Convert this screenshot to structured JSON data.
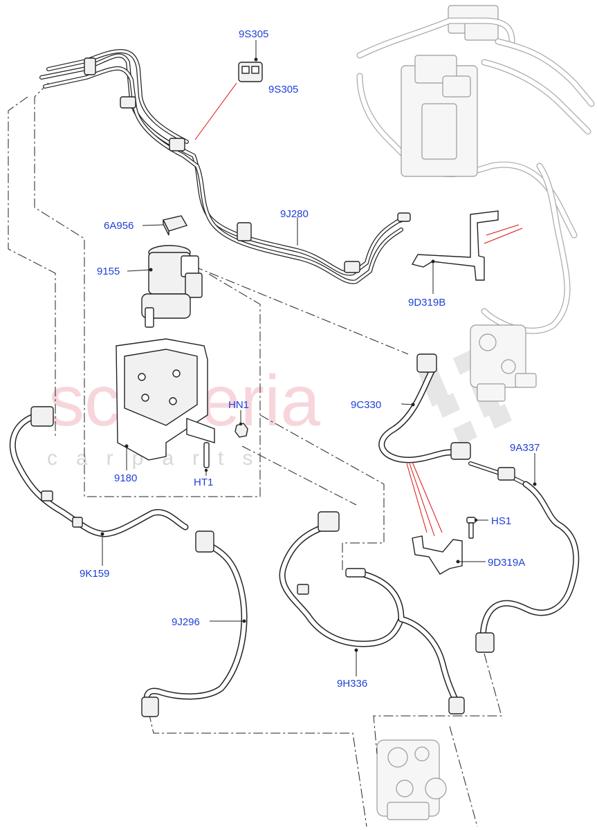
{
  "watermark": {
    "main": "scuderia",
    "sub": "carparts"
  },
  "labels": {
    "p9S305_a": "9S305",
    "p9S305_b": "9S305",
    "p9J280": "9J280",
    "p6A956": "6A956",
    "p9155": "9155",
    "p9D319B": "9D319B",
    "p9C330": "9C330",
    "pHN1": "HN1",
    "p9180": "9180",
    "pHT1": "HT1",
    "p9A337": "9A337",
    "pHS1": "HS1",
    "p9D319A": "9D319A",
    "p9K159": "9K159",
    "p9J296": "9J296",
    "p9H336": "9H336"
  },
  "colors": {
    "label": "#1f3fd6",
    "leader_red": "#dd1111",
    "line": "#222222",
    "ghost": "#aaaaaa"
  }
}
